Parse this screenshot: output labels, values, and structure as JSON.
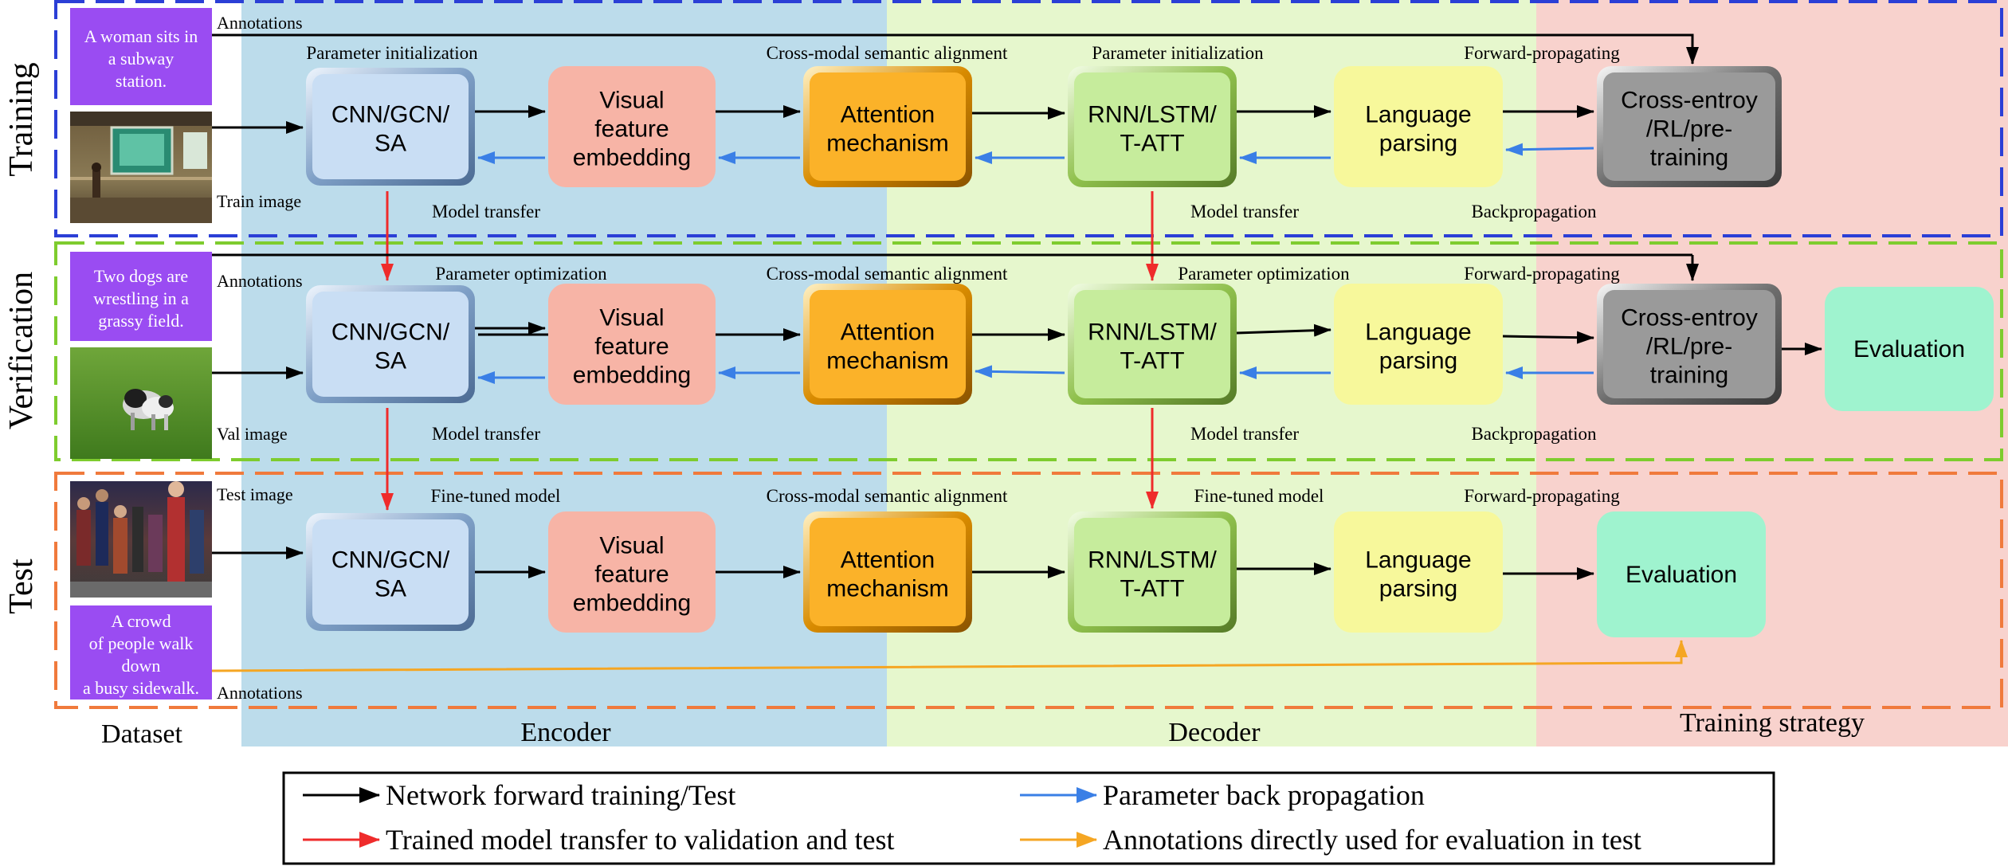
{
  "colors": {
    "encoder_bg": "#bcdceb",
    "decoder_bg": "#e6f7cd",
    "strategy_bg": "#f8d2cd",
    "training_frame": "#2b3fd6",
    "verification_frame": "#7ecc2e",
    "test_frame": "#f07a3c",
    "annotation_box": "#9a4cf2",
    "cnn_box": "#c9def4",
    "visual_box": "#f7b4a6",
    "attention_box": "#fbb229",
    "rnn_box": "#c6ec9c",
    "language_box": "#f7f89b",
    "cross_box": "#9a9a9a",
    "evaluation_box": "#9ff3cf",
    "forward_arrow": "#000000",
    "back_arrow": "#3a7fe6",
    "transfer_arrow": "#ef2b2b",
    "annotation_arrow": "#f5a623"
  },
  "stages": {
    "training": "Training",
    "verification": "Verification",
    "test": "Test"
  },
  "dataset": {
    "training_annotation": "A woman sits in a subway station.",
    "verification_annotation": "Two dogs are wrestling in a grassy field.",
    "test_annotation": "A crowd of people walk down a busy sidewalk.",
    "training_image_label": "Train image",
    "verification_image_label": "Val image",
    "test_image_label": "Test image",
    "annotations_label": "Annotations",
    "photo_subway": "subway-station-photo",
    "photo_dogs": "dogs-on-grass-photo",
    "photo_crowd": "crowd-on-sidewalk-photo"
  },
  "modules": {
    "cnn": "CNN/GCN/SA",
    "visual": "Visual feature embedding",
    "attention": "Attention mechanism",
    "rnn": "RNN/LSTM/T-ATT",
    "language": "Language parsing",
    "cross": "Cross-entroy /RL/pre-training",
    "evaluation": "Evaluation"
  },
  "labels": {
    "parameter_initialization": "Parameter initialization",
    "parameter_optimization": "Parameter optimization",
    "fine_tuned_model": "Fine-tuned model",
    "cross_modal": "Cross-modal semantic alignment",
    "forward_propagating": "Forward-propagating",
    "backpropagation": "Backpropagation",
    "model_transfer": "Model transfer"
  },
  "regions": {
    "dataset": "Dataset",
    "encoder": "Encoder",
    "decoder": "Decoder",
    "training_strategy": "Training strategy"
  },
  "legend": {
    "forward": "Network forward training/Test",
    "back": "Parameter back propagation",
    "transfer": "Trained model transfer to validation and test",
    "annotations": "Annotations directly used for evaluation in test"
  }
}
